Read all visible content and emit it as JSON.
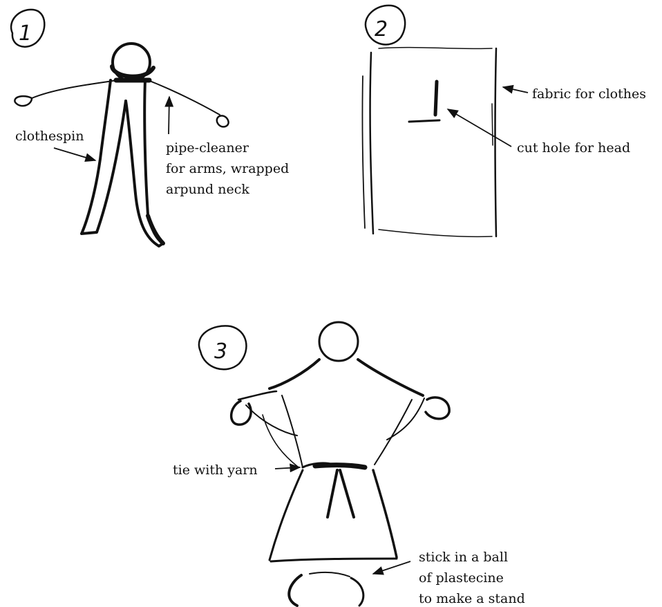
{
  "steps": [
    {
      "number": "1",
      "labels": {
        "clothespin": "clothespin",
        "pipe_cleaner_lines": [
          "pipe-cleaner",
          "for arms, wrapped",
          "arpund neck"
        ]
      }
    },
    {
      "number": "2",
      "labels": {
        "fabric": "fabric for clothes",
        "hole": "cut hole for head"
      }
    },
    {
      "number": "3",
      "labels": {
        "tie": "tie with yarn",
        "stand_lines": [
          "stick in a ball",
          "of plastecine",
          "to make a stand"
        ]
      }
    }
  ],
  "colors": {
    "ink": "#111111",
    "background": "#ffffff"
  }
}
